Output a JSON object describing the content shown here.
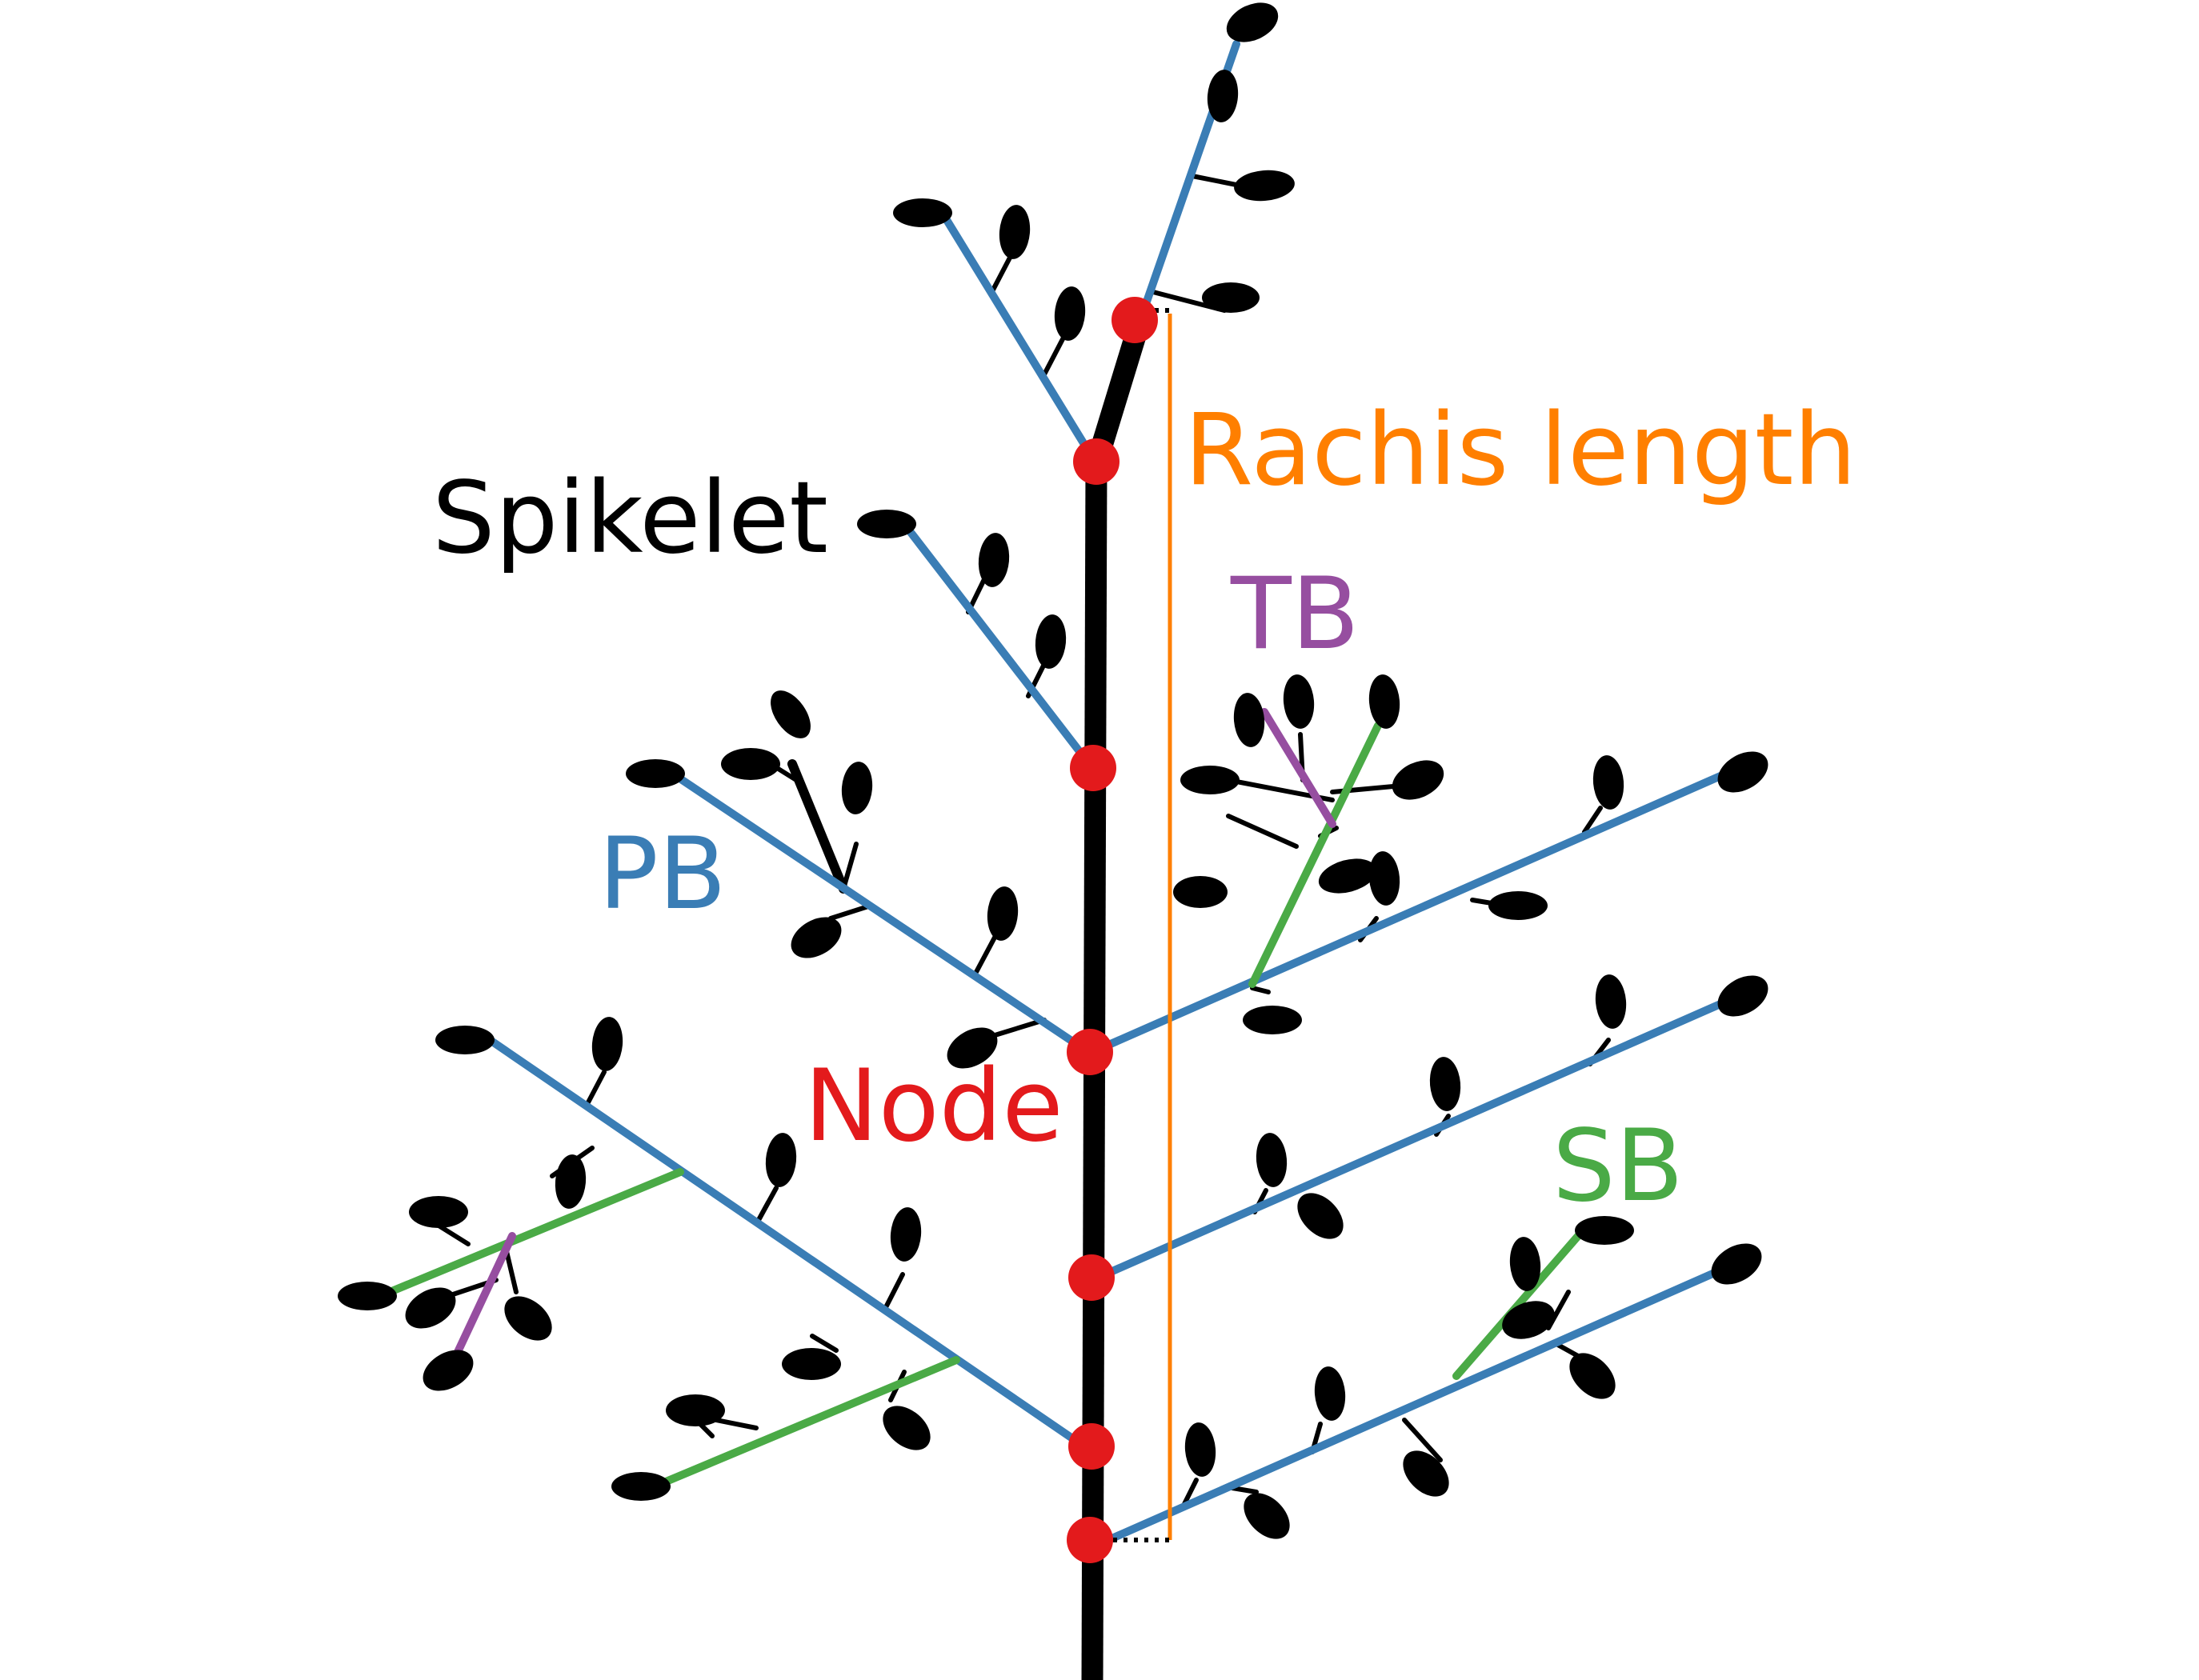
{
  "labels": {
    "rachis_length": "Rachis length",
    "spikelet": "Spikelet",
    "tb": "TB",
    "pb": "PB",
    "node": "Node",
    "sb": "SB"
  },
  "colors": {
    "rachis": "#000000",
    "spikelet": "#000000",
    "primary_branch": "#3a7db5",
    "secondary_branch": "#4aaa46",
    "tertiary_branch": "#964ea0",
    "node": "#e31a1c",
    "rachis_length": "#ff7f00",
    "spikelet_label": "#000000"
  }
}
